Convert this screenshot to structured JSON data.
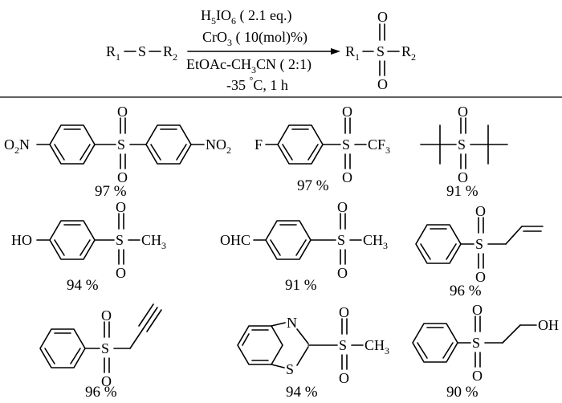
{
  "reaction": {
    "reactant": {
      "R": "R",
      "sub1": "1",
      "S": "S",
      "sub2": "2"
    },
    "product": {
      "R": "R",
      "sub1": "1",
      "S": "S",
      "sub2": "2",
      "O": "O"
    },
    "conditions": {
      "reagent_pre": "H",
      "reagent_sub1": "5",
      "reagent_mid": "IO",
      "reagent_sub2": "6",
      "reagent_post": " ( 2.1 eq.)",
      "catalyst": "CrO",
      "catalyst_sub": "3",
      "catalyst_post": " ( 10(mol)%)",
      "solvent_pre": "EtOAc-CH",
      "solvent_sub": "3",
      "solvent_post": "CN ( 2:1)",
      "temp_pre": "-35 ",
      "temp_deg": "°",
      "temp_post": "C, 1 h"
    }
  },
  "atoms": {
    "O": "O",
    "N": "N",
    "S": "S",
    "F": "F",
    "C": "C",
    "H": "H",
    "sub2": "2",
    "sub3": "3",
    "HO": "HO",
    "OH": "OH",
    "OHC": "OHC"
  },
  "products": [
    {
      "yield": "97 %"
    },
    {
      "yield": "97 %"
    },
    {
      "yield": "91 %"
    },
    {
      "yield": "94 %"
    },
    {
      "yield": "91 %"
    },
    {
      "yield": "96 %"
    },
    {
      "yield": "96 %"
    },
    {
      "yield": "94 %"
    },
    {
      "yield": "90 %"
    }
  ]
}
